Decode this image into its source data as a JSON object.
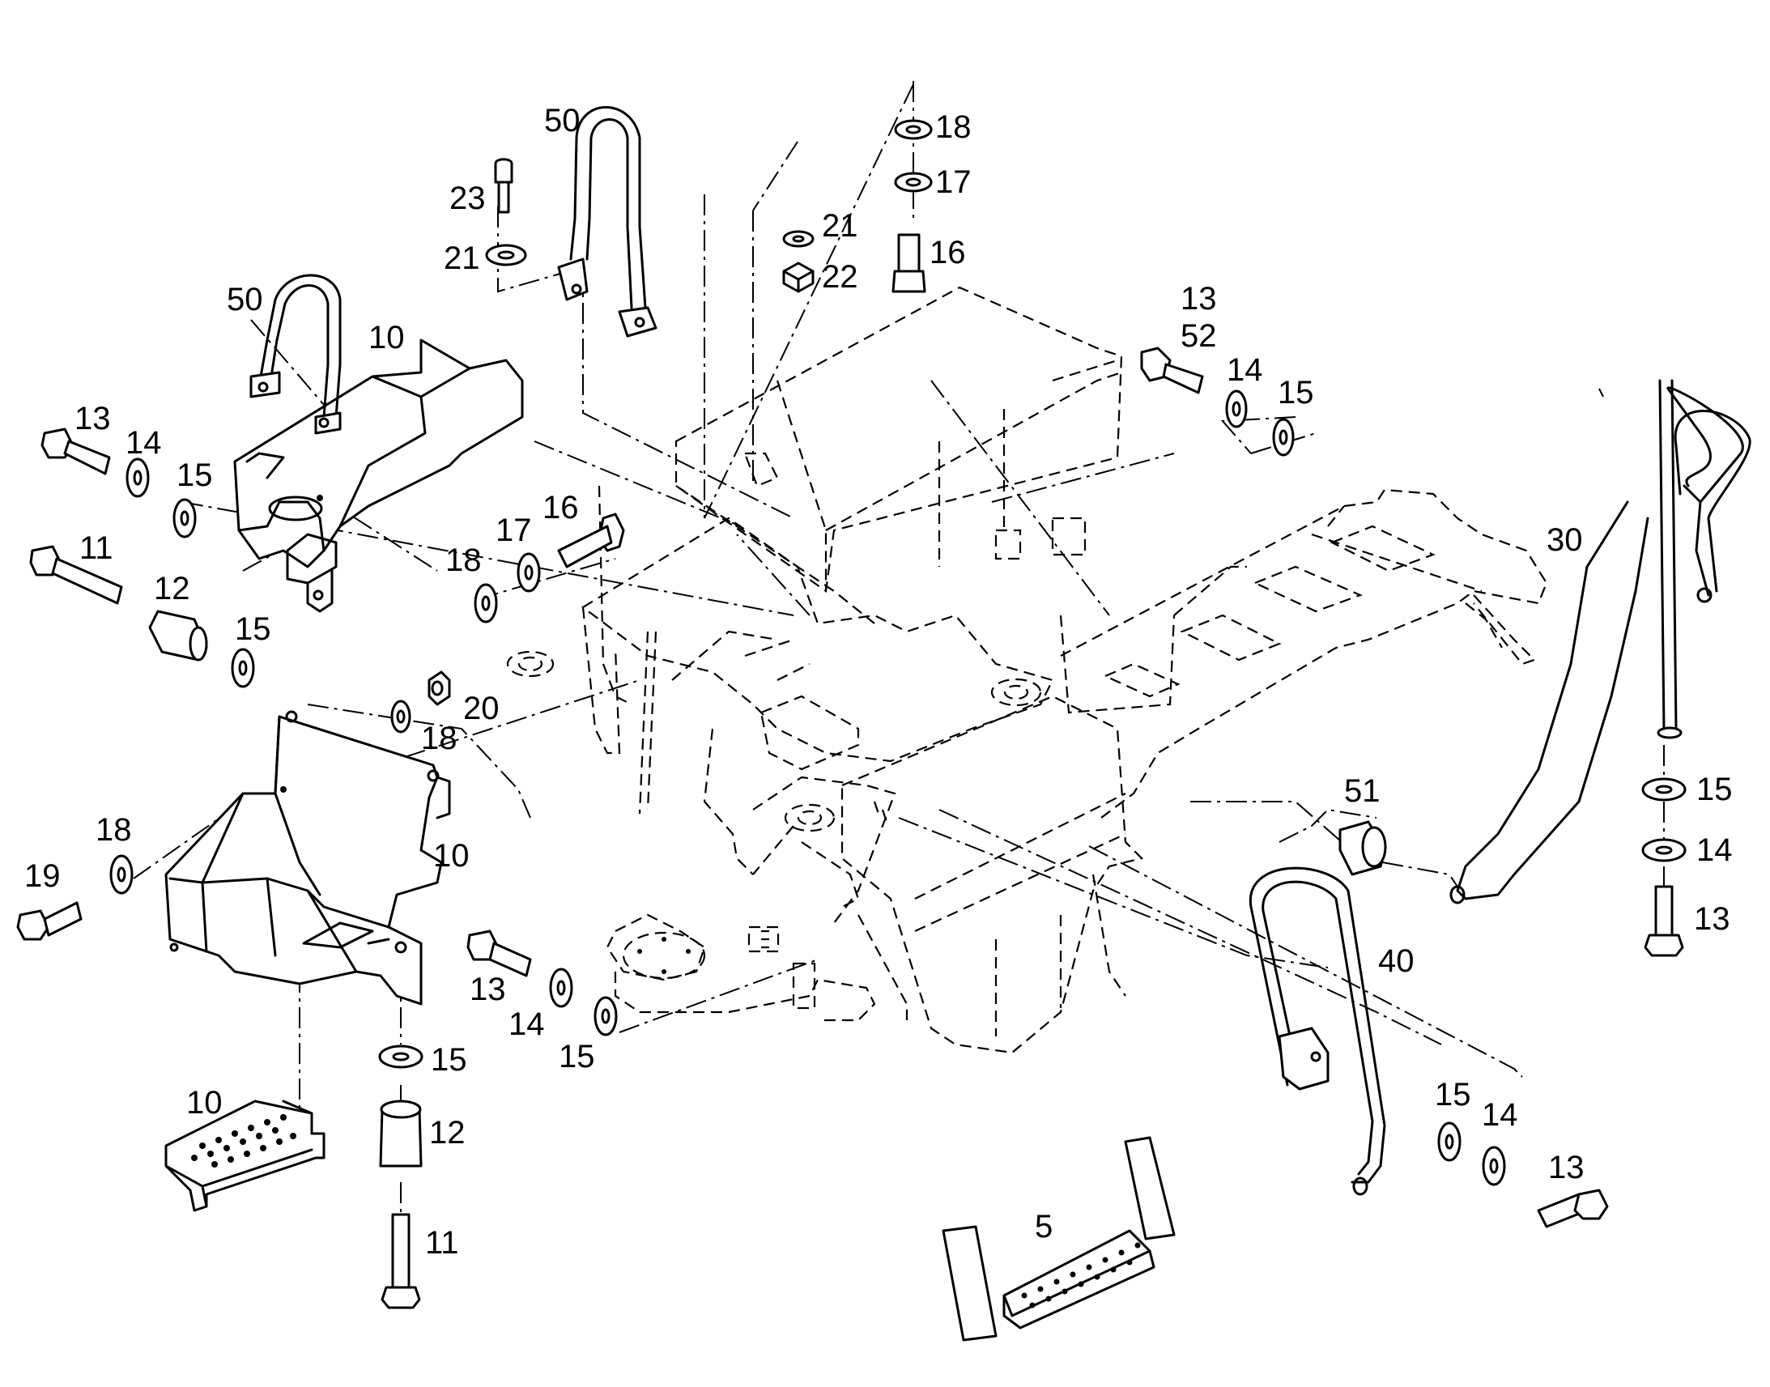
{
  "callouts": [
    {
      "id": "c50a",
      "text": "50"
    },
    {
      "id": "c23",
      "text": "23"
    },
    {
      "id": "c21a",
      "text": "21"
    },
    {
      "id": "c18a",
      "text": "18"
    },
    {
      "id": "c17a",
      "text": "17"
    },
    {
      "id": "c21b",
      "text": "21"
    },
    {
      "id": "c22",
      "text": "22"
    },
    {
      "id": "c16a",
      "text": "16"
    },
    {
      "id": "c13a",
      "text": "13"
    },
    {
      "id": "c52",
      "text": "52"
    },
    {
      "id": "c14a",
      "text": "14"
    },
    {
      "id": "c15a",
      "text": "15"
    },
    {
      "id": "c50b",
      "text": "50"
    },
    {
      "id": "c10a",
      "text": "10"
    },
    {
      "id": "c13b",
      "text": "13"
    },
    {
      "id": "c14b",
      "text": "14"
    },
    {
      "id": "c15b",
      "text": "15"
    },
    {
      "id": "c11a",
      "text": "11"
    },
    {
      "id": "c12a",
      "text": "12"
    },
    {
      "id": "c15c",
      "text": "15"
    },
    {
      "id": "c18b",
      "text": "18"
    },
    {
      "id": "c17b",
      "text": "17"
    },
    {
      "id": "c16b",
      "text": "16"
    },
    {
      "id": "c20",
      "text": "20"
    },
    {
      "id": "c18c",
      "text": "18"
    },
    {
      "id": "c30",
      "text": "30"
    },
    {
      "id": "c51",
      "text": "51"
    },
    {
      "id": "c15d",
      "text": "15"
    },
    {
      "id": "c14c",
      "text": "14"
    },
    {
      "id": "c13c",
      "text": "13"
    },
    {
      "id": "c18d",
      "text": "18"
    },
    {
      "id": "c19",
      "text": "19"
    },
    {
      "id": "c10b",
      "text": "10"
    },
    {
      "id": "c13d",
      "text": "13"
    },
    {
      "id": "c14d",
      "text": "14"
    },
    {
      "id": "c15e",
      "text": "15"
    },
    {
      "id": "c15f",
      "text": "15"
    },
    {
      "id": "c12b",
      "text": "12"
    },
    {
      "id": "c40",
      "text": "40"
    },
    {
      "id": "c15g",
      "text": "15"
    },
    {
      "id": "c14e",
      "text": "14"
    },
    {
      "id": "c13e",
      "text": "13"
    },
    {
      "id": "c10c",
      "text": "10"
    },
    {
      "id": "c11b",
      "text": "11"
    },
    {
      "id": "c5",
      "text": "5"
    }
  ]
}
